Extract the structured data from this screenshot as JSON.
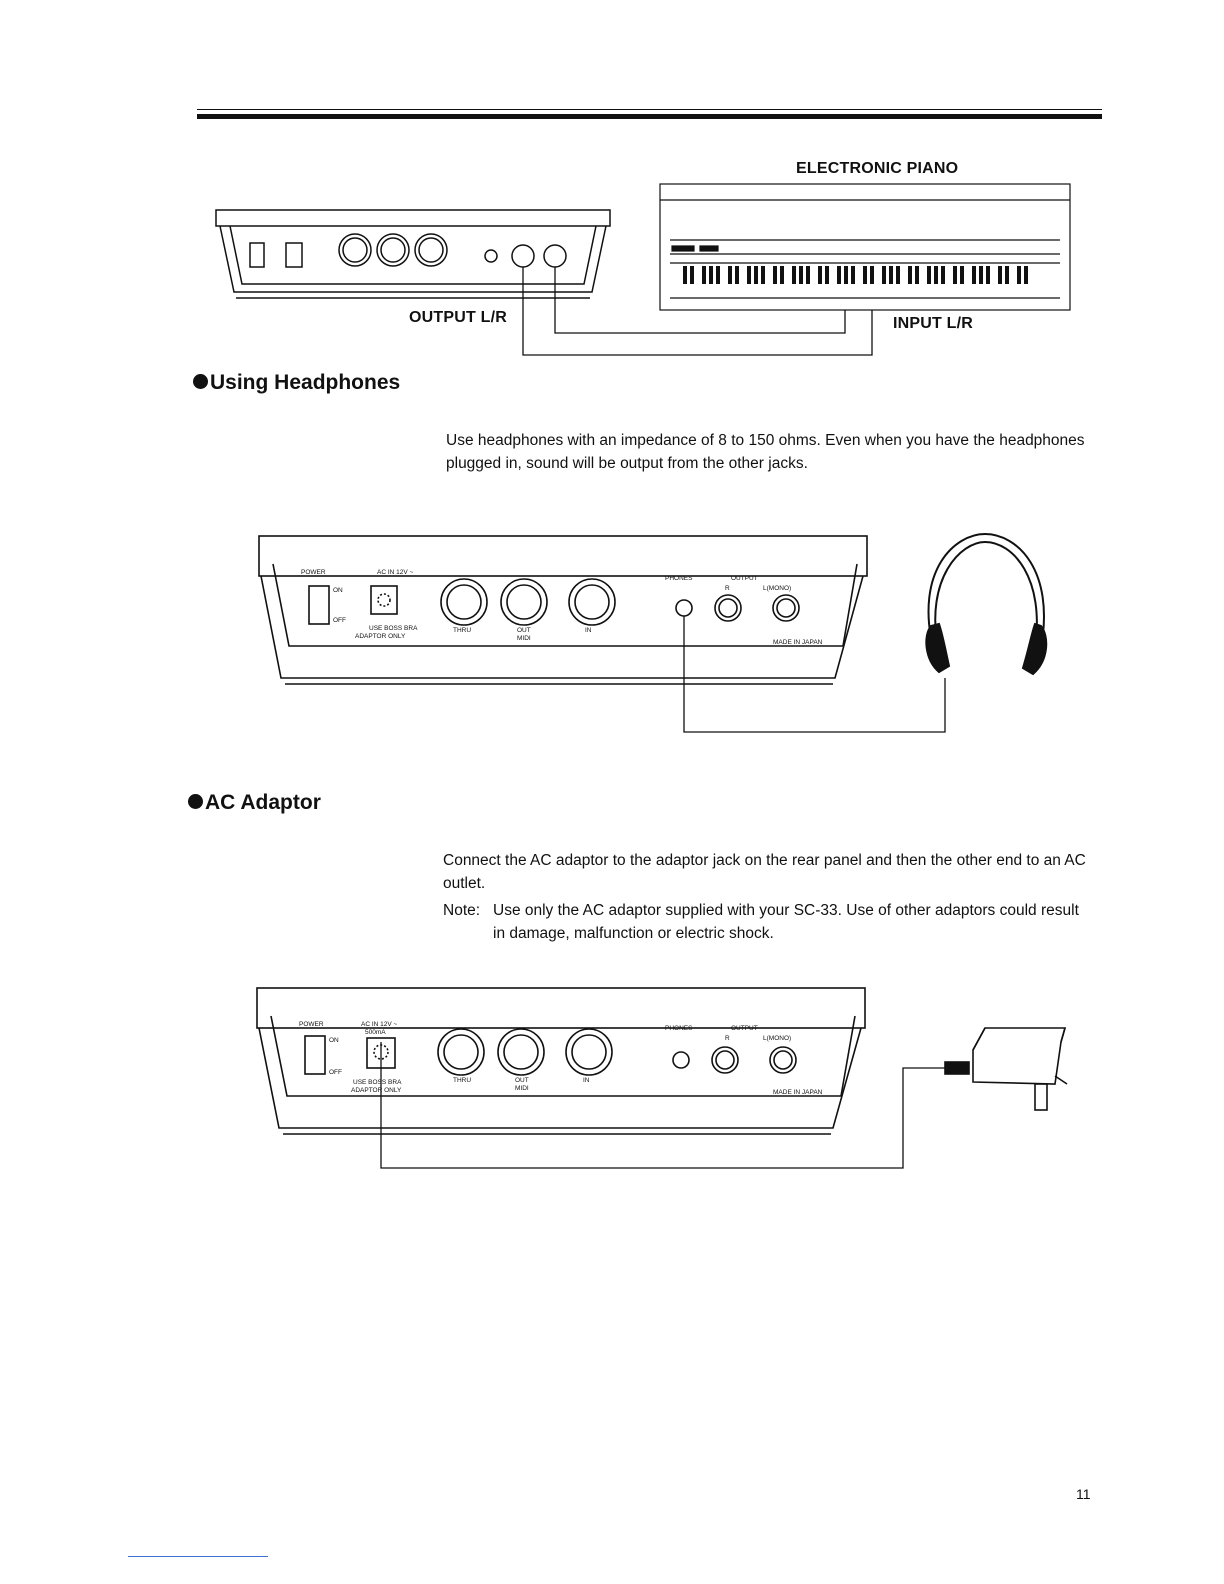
{
  "header": {
    "rule": "top-double-rule"
  },
  "figure1": {
    "output_label": "OUTPUT L/R",
    "input_label": "INPUT L/R",
    "piano_label": "ELECTRONIC PIANO"
  },
  "headphones_section": {
    "title": "Using Headphones",
    "body_line1": "Use headphones with an impedance of 8 to 150 ohms. Even when you have the headphones",
    "body_line2": "plugged in, sound will be output from the other jacks."
  },
  "panel_labels": {
    "power": "POWER",
    "on": "ON",
    "off": "OFF",
    "ac_in": "AC IN 12V ~",
    "ma": "500mA",
    "use_boss": "USE BOSS BRA",
    "adaptor_only": "ADAPTOR ONLY",
    "thru": "THRU",
    "out": "OUT",
    "in": "IN",
    "midi": "MIDI",
    "phones": "PHONES",
    "output": "OUTPUT",
    "r": "R",
    "l_mono": "L(MONO)",
    "made_in": "MADE IN JAPAN"
  },
  "ac_section": {
    "title": "AC Adaptor",
    "body_line1": "Connect the AC adaptor to the adaptor jack on the rear panel and then the other end to an AC",
    "body_line2": "outlet.",
    "note_label": "Note:",
    "note_line1": "Use only the AC adaptor supplied with your SC-33. Use of other adaptors could result",
    "note_line2": "in damage, malfunction or electric shock."
  },
  "footer": {
    "page_number": "11"
  }
}
